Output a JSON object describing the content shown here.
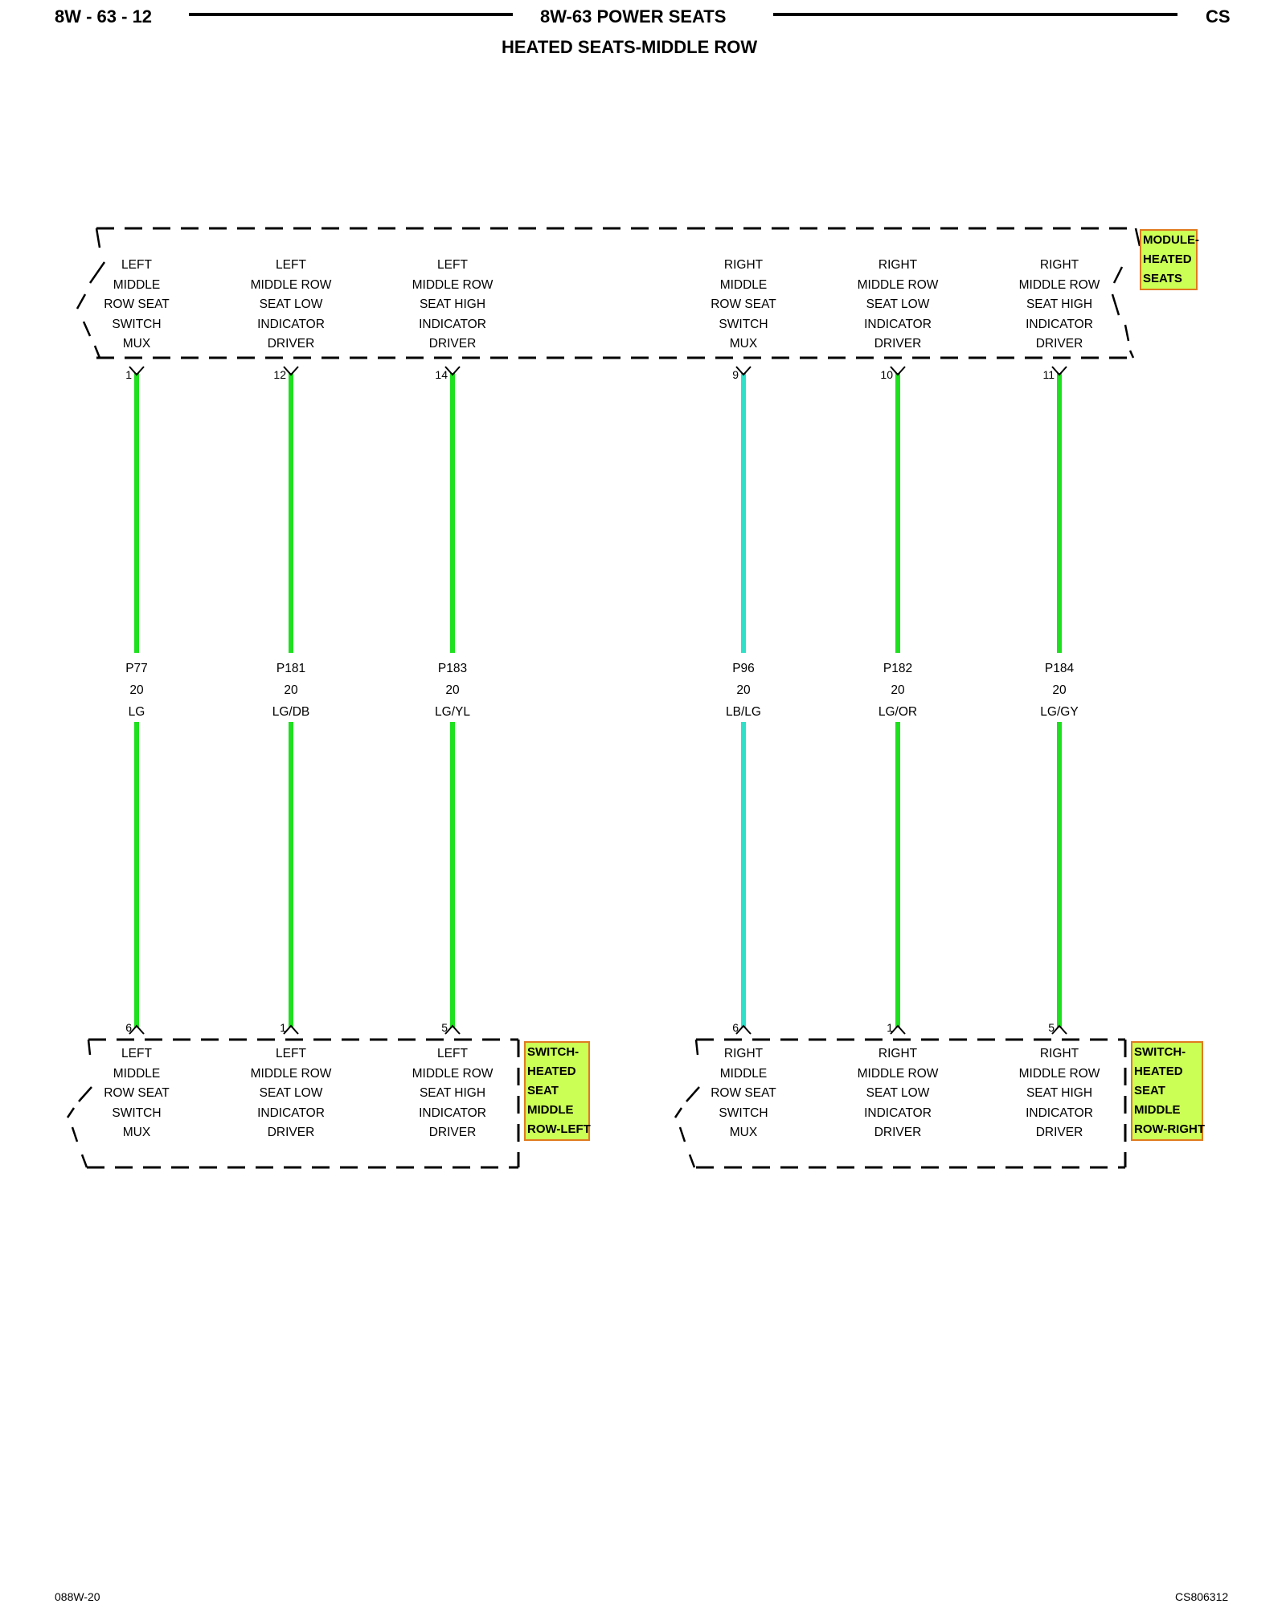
{
  "header": {
    "page_ref": "8W - 63 - 12",
    "section_title": "8W-63 POWER SEATS",
    "code": "CS",
    "subtitle": "HEATED SEATS-MIDDLE ROW"
  },
  "module": {
    "name_lines": [
      "MODULE-",
      "HEATED",
      "SEATS"
    ],
    "circuits": [
      {
        "lines": [
          "LEFT",
          "MIDDLE",
          "ROW SEAT",
          "SWITCH",
          "MUX"
        ],
        "pin": "1"
      },
      {
        "lines": [
          "LEFT",
          "MIDDLE ROW",
          "SEAT LOW",
          "INDICATOR",
          "DRIVER"
        ],
        "pin": "12"
      },
      {
        "lines": [
          "LEFT",
          "MIDDLE ROW",
          "SEAT HIGH",
          "INDICATOR",
          "DRIVER"
        ],
        "pin": "14"
      },
      {
        "lines": [
          "RIGHT",
          "MIDDLE",
          "ROW SEAT",
          "SWITCH",
          "MUX"
        ],
        "pin": "9"
      },
      {
        "lines": [
          "RIGHT",
          "MIDDLE ROW",
          "SEAT LOW",
          "INDICATOR",
          "DRIVER"
        ],
        "pin": "10"
      },
      {
        "lines": [
          "RIGHT",
          "MIDDLE ROW",
          "SEAT HIGH",
          "INDICATOR",
          "DRIVER"
        ],
        "pin": "11"
      }
    ]
  },
  "wires": [
    {
      "circuit": "P77",
      "gauge": "20",
      "color": "LG",
      "color_hex": "#1ee01e"
    },
    {
      "circuit": "P181",
      "gauge": "20",
      "color": "LG/DB",
      "color_hex": "#1ee01e"
    },
    {
      "circuit": "P183",
      "gauge": "20",
      "color": "LG/YL",
      "color_hex": "#1ee01e"
    },
    {
      "circuit": "P96",
      "gauge": "20",
      "color": "LB/LG",
      "color_hex": "#2ee0c8"
    },
    {
      "circuit": "P182",
      "gauge": "20",
      "color": "LG/OR",
      "color_hex": "#1ee01e"
    },
    {
      "circuit": "P184",
      "gauge": "20",
      "color": "LG/GY",
      "color_hex": "#1ee01e"
    }
  ],
  "switch_left": {
    "name_lines": [
      "SWITCH-",
      "HEATED",
      "SEAT",
      "MIDDLE",
      "ROW-LEFT"
    ],
    "circuits": [
      {
        "lines": [
          "LEFT",
          "MIDDLE",
          "ROW SEAT",
          "SWITCH",
          "MUX"
        ],
        "pin": "6"
      },
      {
        "lines": [
          "LEFT",
          "MIDDLE ROW",
          "SEAT LOW",
          "INDICATOR",
          "DRIVER"
        ],
        "pin": "1"
      },
      {
        "lines": [
          "LEFT",
          "MIDDLE ROW",
          "SEAT HIGH",
          "INDICATOR",
          "DRIVER"
        ],
        "pin": "5"
      }
    ]
  },
  "switch_right": {
    "name_lines": [
      "SWITCH-",
      "HEATED",
      "SEAT",
      "MIDDLE",
      "ROW-RIGHT"
    ],
    "circuits": [
      {
        "lines": [
          "RIGHT",
          "MIDDLE",
          "ROW SEAT",
          "SWITCH",
          "MUX"
        ],
        "pin": "6"
      },
      {
        "lines": [
          "RIGHT",
          "MIDDLE ROW",
          "SEAT LOW",
          "INDICATOR",
          "DRIVER"
        ],
        "pin": "1"
      },
      {
        "lines": [
          "RIGHT",
          "MIDDLE ROW",
          "SEAT HIGH",
          "INDICATOR",
          "DRIVER"
        ],
        "pin": "5"
      }
    ]
  },
  "footer": {
    "left_code": "088W-20",
    "right_code": "CS806312"
  },
  "colors": {
    "tag_fill": "#ccff55",
    "tag_border": "#e07a1f"
  }
}
